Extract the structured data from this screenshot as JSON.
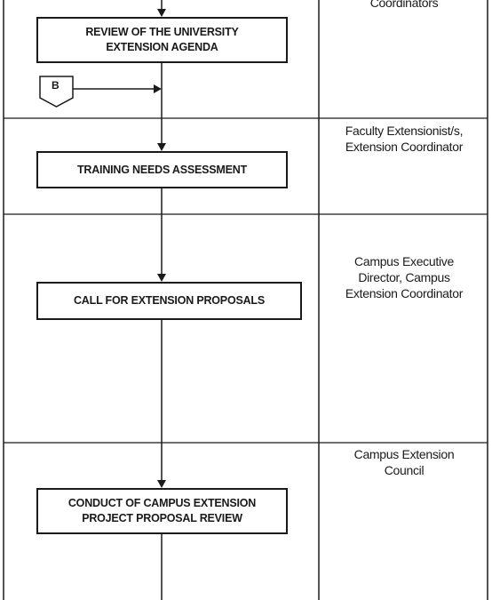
{
  "steps": [
    {
      "label_lines": [
        "REVIEW OF THE UNIVERSITY",
        "EXTENSION AGENDA"
      ]
    },
    {
      "label_lines": [
        "TRAINING NEEDS ASSESSMENT"
      ]
    },
    {
      "label_lines": [
        "CALL FOR EXTENSION PROPOSALS"
      ]
    },
    {
      "label_lines": [
        "CONDUCT OF CAMPUS EXTENSION",
        "PROJECT PROPOSAL REVIEW"
      ]
    }
  ],
  "responsible": [
    {
      "lines": [
        "Coordinators"
      ]
    },
    {
      "lines": [
        "Faculty Extensionist/s,",
        "Extension Coordinator"
      ]
    },
    {
      "lines": [
        "Campus Executive",
        "Director, Campus",
        "Extension Coordinator"
      ]
    },
    {
      "lines": [
        "Campus Extension",
        "Council"
      ]
    }
  ],
  "connector": {
    "label": "B"
  },
  "colors": {
    "ink": "#1a1a1a",
    "background": "#ffffff"
  }
}
